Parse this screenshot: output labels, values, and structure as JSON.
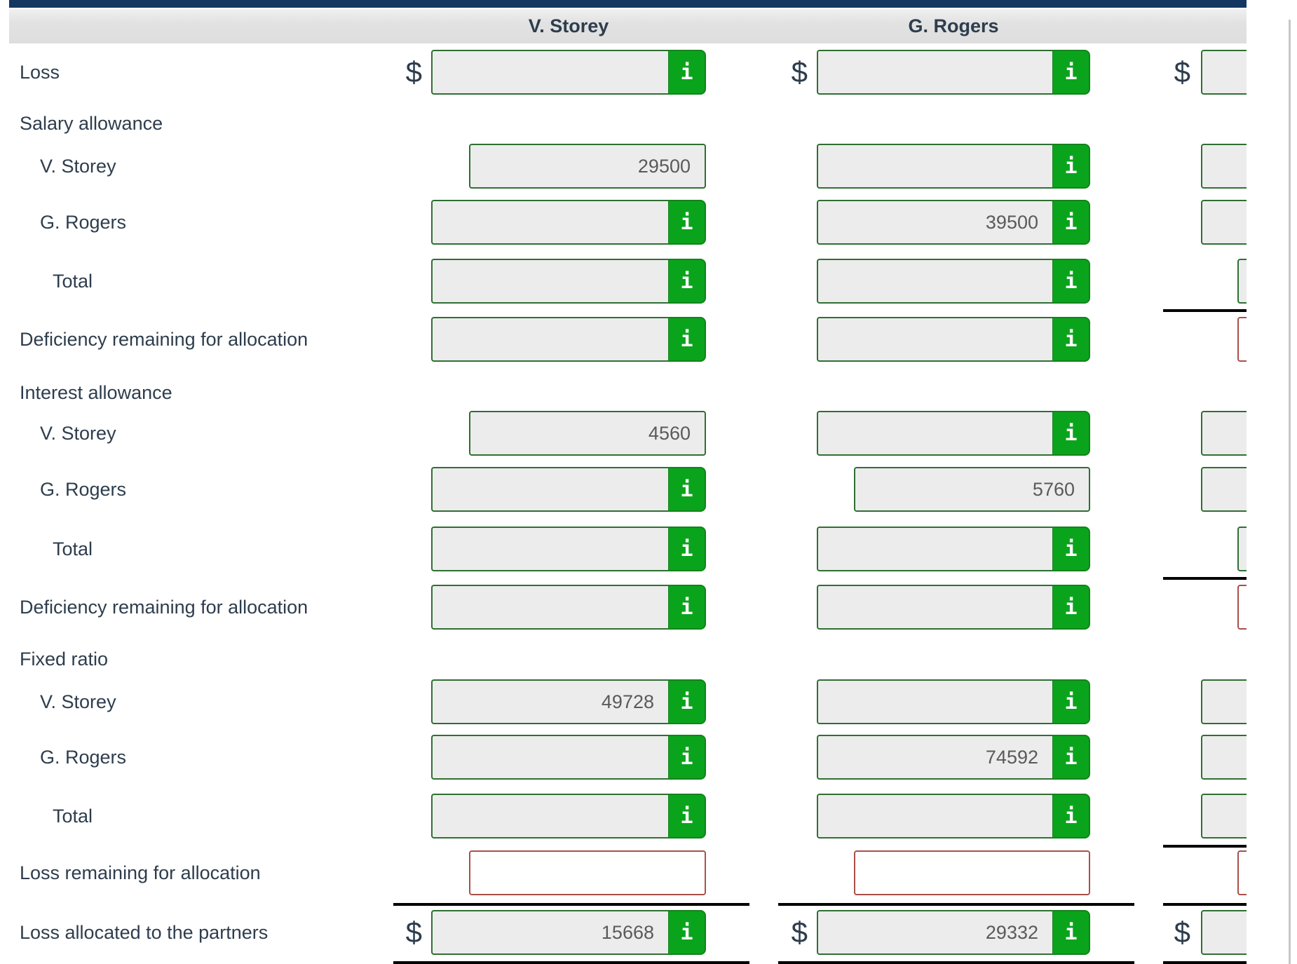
{
  "header": {
    "columns": [
      {
        "label": "V. Storey"
      },
      {
        "label": "G. Rogers"
      }
    ]
  },
  "currency_symbol": "$",
  "info_button": {
    "glyph": "i"
  },
  "colors": {
    "accent_green": "#0aa41c",
    "border_green": "#2f6f33",
    "border_red": "#a9504a",
    "top_bar_navy": "#143760",
    "label_text": "#2e3d4d",
    "value_text": "#5a5a5a"
  },
  "rows": [
    {
      "key": "loss",
      "label": "Loss",
      "indent": 0,
      "cells": {
        "v_storey": {
          "kind": "info",
          "value": "",
          "dollar": true
        },
        "g_rogers": {
          "kind": "info",
          "value": "",
          "dollar": true
        },
        "third": {
          "kind": "cut",
          "value": "",
          "dollar": true
        }
      }
    },
    {
      "key": "salary-allowance",
      "label": "Salary allowance",
      "indent": 0,
      "section": true
    },
    {
      "key": "salary-v-storey",
      "label": "V. Storey",
      "indent": 1,
      "cells": {
        "v_storey": {
          "kind": "plain",
          "value": "29500"
        },
        "g_rogers": {
          "kind": "info",
          "value": ""
        },
        "third": {
          "kind": "cut",
          "value": ""
        }
      }
    },
    {
      "key": "salary-g-rogers",
      "label": "G. Rogers",
      "indent": 1,
      "cells": {
        "v_storey": {
          "kind": "info",
          "value": ""
        },
        "g_rogers": {
          "kind": "info",
          "value": "39500"
        },
        "third": {
          "kind": "cut",
          "value": ""
        }
      }
    },
    {
      "key": "salary-total",
      "label": "Total",
      "indent": 2,
      "cells": {
        "v_storey": {
          "kind": "info",
          "value": ""
        },
        "g_rogers": {
          "kind": "info",
          "value": ""
        },
        "third": {
          "kind": "cut-inset",
          "value": ""
        }
      }
    },
    {
      "key": "deficiency-after-salary",
      "label": "Deficiency remaining for allocation",
      "indent": 0,
      "cells": {
        "v_storey": {
          "kind": "info",
          "value": ""
        },
        "g_rogers": {
          "kind": "info",
          "value": ""
        },
        "third": {
          "kind": "cut-red",
          "value": ""
        }
      }
    },
    {
      "key": "interest-allowance",
      "label": "Interest allowance",
      "indent": 0,
      "section": true
    },
    {
      "key": "interest-v-storey",
      "label": "V. Storey",
      "indent": 1,
      "cells": {
        "v_storey": {
          "kind": "plain",
          "value": "4560"
        },
        "g_rogers": {
          "kind": "info",
          "value": ""
        },
        "third": {
          "kind": "cut",
          "value": ""
        }
      }
    },
    {
      "key": "interest-g-rogers",
      "label": "G. Rogers",
      "indent": 1,
      "cells": {
        "v_storey": {
          "kind": "info",
          "value": ""
        },
        "g_rogers": {
          "kind": "plain",
          "value": "5760"
        },
        "third": {
          "kind": "cut",
          "value": ""
        }
      }
    },
    {
      "key": "interest-total",
      "label": "Total",
      "indent": 2,
      "cells": {
        "v_storey": {
          "kind": "info",
          "value": ""
        },
        "g_rogers": {
          "kind": "info",
          "value": ""
        },
        "third": {
          "kind": "cut-inset",
          "value": ""
        }
      }
    },
    {
      "key": "deficiency-after-interest",
      "label": "Deficiency remaining for allocation",
      "indent": 0,
      "cells": {
        "v_storey": {
          "kind": "info",
          "value": ""
        },
        "g_rogers": {
          "kind": "info",
          "value": ""
        },
        "third": {
          "kind": "cut-red",
          "value": ""
        }
      }
    },
    {
      "key": "fixed-ratio",
      "label": "Fixed ratio",
      "indent": 0,
      "section": true
    },
    {
      "key": "fixed-v-storey",
      "label": "V. Storey",
      "indent": 1,
      "cells": {
        "v_storey": {
          "kind": "info",
          "value": "49728"
        },
        "g_rogers": {
          "kind": "info",
          "value": ""
        },
        "third": {
          "kind": "cut",
          "value": ""
        }
      }
    },
    {
      "key": "fixed-g-rogers",
      "label": "G. Rogers",
      "indent": 1,
      "cells": {
        "v_storey": {
          "kind": "info",
          "value": ""
        },
        "g_rogers": {
          "kind": "info",
          "value": "74592"
        },
        "third": {
          "kind": "cut",
          "value": ""
        }
      }
    },
    {
      "key": "fixed-total",
      "label": "Total",
      "indent": 2,
      "cells": {
        "v_storey": {
          "kind": "info",
          "value": ""
        },
        "g_rogers": {
          "kind": "info",
          "value": ""
        },
        "third": {
          "kind": "cut",
          "value": ""
        }
      }
    },
    {
      "key": "loss-remaining",
      "label": "Loss remaining for allocation",
      "indent": 0,
      "cells": {
        "v_storey": {
          "kind": "red",
          "value": ""
        },
        "g_rogers": {
          "kind": "red",
          "value": ""
        },
        "third": {
          "kind": "cut-red",
          "value": ""
        }
      }
    },
    {
      "key": "loss-allocated",
      "label": "Loss allocated to the partners",
      "indent": 0,
      "cells": {
        "v_storey": {
          "kind": "info",
          "value": "15668",
          "dollar": true
        },
        "g_rogers": {
          "kind": "info",
          "value": "29332",
          "dollar": true
        },
        "third": {
          "kind": "cut",
          "value": "",
          "dollar": true
        }
      }
    }
  ]
}
